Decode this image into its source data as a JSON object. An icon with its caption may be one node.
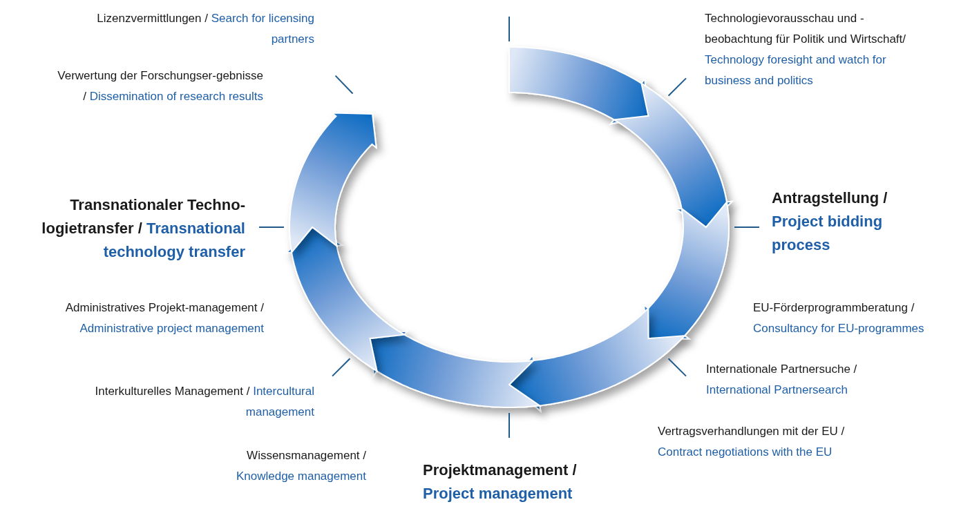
{
  "diagram": {
    "labels": [
      "Lizenzvermittlungen /",
      "Search for licensing partners",
      "Technologievorausschau und -beobachtung für Politik und Wirtschaft/",
      "Technology foresight and watch for business and politics",
      "Verwertung der Forschungser-gebnisse /",
      "Dissemination of research results",
      "Antragstellung /",
      "Project bidding process",
      "Transnationaler Techno-logietransfer /",
      "Transnational technology transfer",
      "EU-Förderprogrammberatung /",
      "Consultancy for EU-programmes",
      "Administratives Projekt-management /",
      "Administrative project management",
      "Internationale Partnersuche /",
      "International Partnersearch",
      "Interkulturelles Management /",
      "Intercultural management",
      "Vertragsverhandlungen mit der EU /",
      "Contract negotiations with the EU",
      "Wissensmanagement /",
      "Knowledge management",
      "Projektmanagement /",
      "Project management"
    ]
  }
}
